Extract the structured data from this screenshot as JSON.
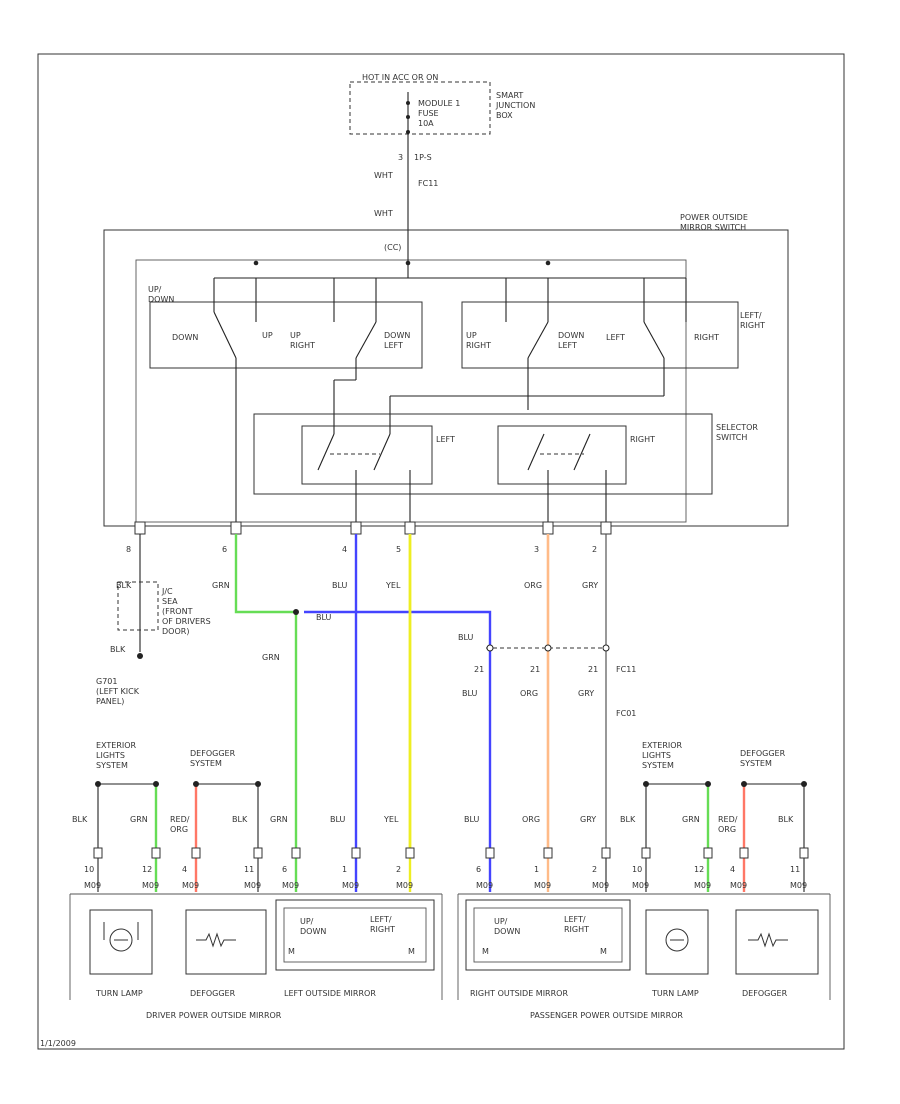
{
  "power_source": {
    "hot_label": "HOT IN ACC OR ON",
    "fuse_label": "MODULE 1\nFUSE\n10A",
    "jb_label": "SMART\nJUNCTION\nBOX",
    "connector_top": "3",
    "connector_top_name": "1P-S",
    "wht1": "WHT",
    "fc_name": "FC11",
    "wht2": "WHT"
  },
  "switch_unit": {
    "title": "POWER OUTSIDE\nMIRROR SWITCH",
    "cc_label": "(CC)",
    "updown_label": "UP/\nDOWN",
    "left_contacts": {
      "down": "DOWN",
      "up": "UP",
      "up_right": "UP\nRIGHT",
      "down_left": "DOWN\nLEFT"
    },
    "right_contacts": {
      "up_right": "UP\nRIGHT",
      "down_left": "DOWN\nLEFT",
      "left": "LEFT",
      "right": "RIGHT"
    },
    "leftright_label": "LEFT/\nRIGHT",
    "selector_title": "SELECTOR\nSWITCH",
    "selector_left": "LEFT",
    "selector_right": "RIGHT"
  },
  "switch_pins": [
    {
      "num": "8",
      "color": "BLK",
      "stroke": "#222222"
    },
    {
      "num": "6",
      "color": "GRN",
      "stroke": "#66dd55"
    },
    {
      "num": "4",
      "color": "BLU",
      "stroke": "#4444ff"
    },
    {
      "num": "5",
      "color": "YEL",
      "stroke": "#eeee22"
    },
    {
      "num": "3",
      "color": "ORG",
      "stroke": "#ffbb88"
    },
    {
      "num": "2",
      "color": "GRY",
      "stroke": "#555555"
    }
  ],
  "ground": {
    "junction_label": "J/C\nSEA\n(FRONT\nOF DRIVERS\nDOOR)",
    "blk": "BLK",
    "name": "G701\n(LEFT KICK\nPANEL)"
  },
  "mid_wires": {
    "blu_label": "BLU",
    "grn_label": "GRN",
    "blu_right": "BLU",
    "pin_21a": "21",
    "pin_21b": "21",
    "pin_21c": "21",
    "blu2": "BLU",
    "org2": "ORG",
    "gry2": "GRY",
    "fc_name": "FC11",
    "fc_name2": "FC01"
  },
  "fuse_labels": {
    "ext_left": "EXTERIOR\nLIGHTS\nSYSTEM",
    "def_left": "DEFOGGER\nSYSTEM",
    "ext_right": "EXTERIOR\nLIGHTS\nSYSTEM",
    "def_right": "DEFOGGER\nSYSTEM"
  },
  "lower_wires_left": [
    {
      "color": "BLK",
      "pin": "10"
    },
    {
      "color": "GRN",
      "pin": "12"
    },
    {
      "color": "RED/\nORG",
      "pin": "4"
    },
    {
      "color": "BLK",
      "pin": "11"
    },
    {
      "color": "GRN",
      "pin": "6"
    },
    {
      "color": "BLU",
      "pin": "1"
    },
    {
      "color": "YEL",
      "pin": "2"
    }
  ],
  "lower_wires_right": [
    {
      "color": "BLU",
      "pin": "6"
    },
    {
      "color": "ORG",
      "pin": "1"
    },
    {
      "color": "GRY",
      "pin": "2"
    },
    {
      "color": "BLK",
      "pin": "10"
    },
    {
      "color": "GRN",
      "pin": "12"
    },
    {
      "color": "RED/\nORG",
      "pin": "4"
    },
    {
      "color": "BLK",
      "pin": "11"
    }
  ],
  "connector_code": "M09",
  "components_left": {
    "turn_lamp": "TURN LAMP",
    "defogger": "DEFOGGER",
    "mirror": "LEFT OUTSIDE MIRROR",
    "mirror_motor1": "UP/\nDOWN",
    "mirror_motor2": "LEFT/\nRIGHT",
    "assembly": "DRIVER POWER OUTSIDE MIRROR"
  },
  "components_right": {
    "mirror": "RIGHT OUTSIDE MIRROR",
    "mirror_motor1": "UP/\nDOWN",
    "mirror_motor2": "LEFT/\nRIGHT",
    "turn_lamp": "TURN LAMP",
    "defogger": "DEFOGGER",
    "assembly": "PASSENGER POWER OUTSIDE MIRROR"
  },
  "footer_code": "1/1/2009"
}
